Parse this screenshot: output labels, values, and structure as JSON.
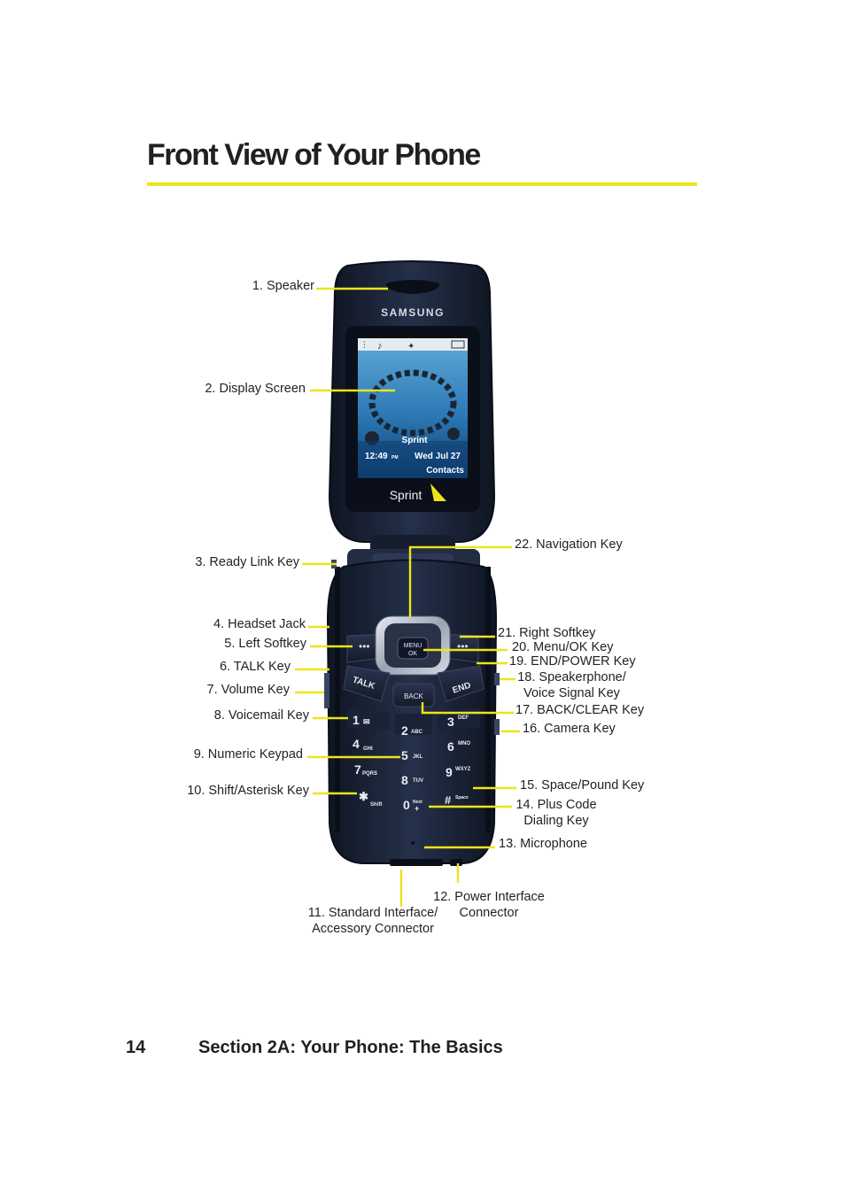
{
  "page": {
    "title": "Front View of Your Phone",
    "page_number": "14",
    "section": "Section 2A: Your Phone: The Basics"
  },
  "phone": {
    "brand": "SAMSUNG",
    "carrier_logo": "Sprint",
    "screen": {
      "carrier": "Sprint",
      "time": "12:49",
      "ampm": "PM",
      "date": "Wed Jul 27",
      "softkey": "Contacts"
    },
    "keys": {
      "menu_top": "MENU",
      "menu_bottom": "OK",
      "back": "BACK",
      "talk": "TALK",
      "end": "END",
      "k1": "1",
      "k2": "2",
      "k2s": "ABC",
      "k3": "3",
      "k3s": "DEF",
      "k4": "4",
      "k4s": "GHI",
      "k5": "5",
      "k5s": "JKL",
      "k6": "6",
      "k6s": "MNO",
      "k7": "7",
      "k7s": "PQRS",
      "k8": "8",
      "k8s": "TUV",
      "k9": "9",
      "k9s": "WXYZ",
      "kstar": "✱",
      "kstars": "Shift",
      "k0": "0",
      "k0s": "Next",
      "kplus": "+",
      "khash": "#",
      "khashs": "Space"
    }
  },
  "callouts": {
    "c1": "1. Speaker",
    "c2": "2. Display Screen",
    "c3": "3. Ready Link Key",
    "c4": "4. Headset Jack",
    "c5": "5. Left Softkey",
    "c6": "6. TALK Key",
    "c7": "7. Volume Key",
    "c8": "8. Voicemail Key",
    "c9": "9. Numeric Keypad",
    "c10": "10. Shift/Asterisk Key",
    "c11a": "11. Standard Interface/",
    "c11b": "Accessory Connector",
    "c12a": "12. Power Interface",
    "c12b": "Connector",
    "c13": "13. Microphone",
    "c14a": "14. Plus Code",
    "c14b": "Dialing Key",
    "c15": "15. Space/Pound Key",
    "c16": "16. Camera Key",
    "c17": "17. BACK/CLEAR Key",
    "c18a": "18. Speakerphone/",
    "c18b": "Voice Signal Key",
    "c19": "19. END/POWER Key",
    "c20": "20. Menu/OK Key",
    "c21": "21. Right Softkey",
    "c22": "22. Navigation Key"
  },
  "colors": {
    "accent": "#ece41c",
    "phone_body": "#1b2438",
    "text": "#231f20"
  }
}
